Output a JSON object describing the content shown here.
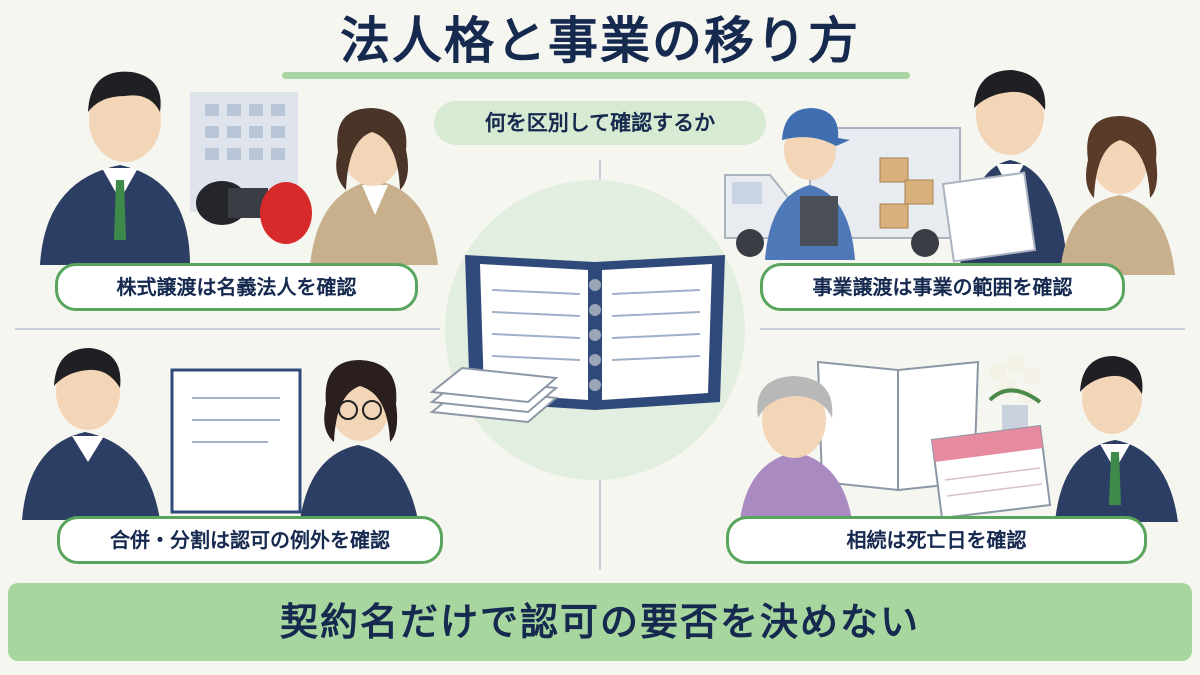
{
  "title": "法人格と事業の移り方",
  "subtitle": "何を区別して確認するか",
  "cases": {
    "share_transfer": "株式譲渡は名義法人を確認",
    "business_transfer": "事業譲渡は事業の範囲を確認",
    "merger_split": "合併・分割は認可の例外を確認",
    "inheritance": "相続は死亡日を確認"
  },
  "conclusion": "契約名だけで認可の要否を決めない",
  "colors": {
    "navy": "#16294f",
    "green_border": "#5aa55d",
    "green_fill": "#a8d69f",
    "pale_green": "#d7ead2",
    "background": "#f6f6f1"
  }
}
